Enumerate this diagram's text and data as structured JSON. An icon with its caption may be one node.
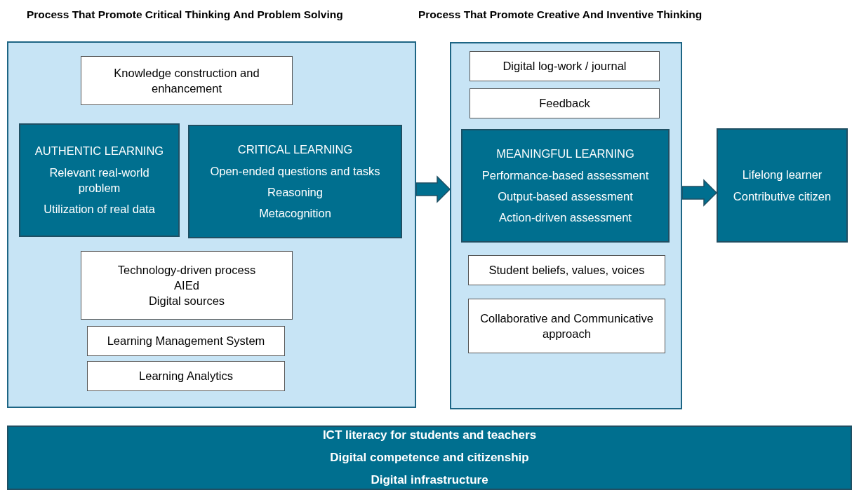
{
  "diagram": {
    "nodes": [
      {
        "text": [
          "Process That Promote Critical Thinking And Problem Solving"
        ]
      },
      {
        "text": [
          "Process That Promote Creative And Inventive Thinking"
        ]
      },
      {
        "text": [
          "Knowledge construction and enhancement"
        ],
        "in": 0
      },
      {
        "text": [
          "AUTHENTIC LEARNING",
          "Relevant real-world problem",
          "Utilization of real data"
        ],
        "in": 0
      },
      {
        "text": [
          "CRITICAL LEARNING",
          "Open-ended questions and tasks",
          "Reasoning",
          "Metacognition"
        ],
        "in": 0
      },
      {
        "text": [
          "Technology-driven process",
          "AIEd",
          "Digital sources"
        ],
        "in": 0
      },
      {
        "text": [
          "Learning Management System"
        ],
        "in": 0
      },
      {
        "text": [
          "Learning Analytics"
        ],
        "in": 0
      },
      {
        "text": [
          "Digital log-work / journal"
        ],
        "in": 1
      },
      {
        "text": [
          "Feedback"
        ],
        "in": 1
      },
      {
        "text": [
          "MEANINGFUL LEARNING",
          "Performance-based assessment",
          "Output-based assessment",
          "Action-driven assessment"
        ],
        "in": 1
      },
      {
        "text": [
          "Student beliefs, values, voices"
        ],
        "in": 1
      },
      {
        "text": [
          "Collaborative and Communicative approach"
        ],
        "in": 1
      },
      {
        "text": [
          "Lifelong learner",
          "Contributive citizen"
        ]
      },
      {
        "text": [
          "ICT literacy for students and teachers",
          "Digital competence and citizenship",
          "Digital infrastructure"
        ]
      }
    ],
    "edges": [
      {
        "from": 0,
        "to": 1,
        "arrow": "to"
      },
      {
        "from": 1,
        "to": 13,
        "arrow": "to"
      }
    ]
  }
}
